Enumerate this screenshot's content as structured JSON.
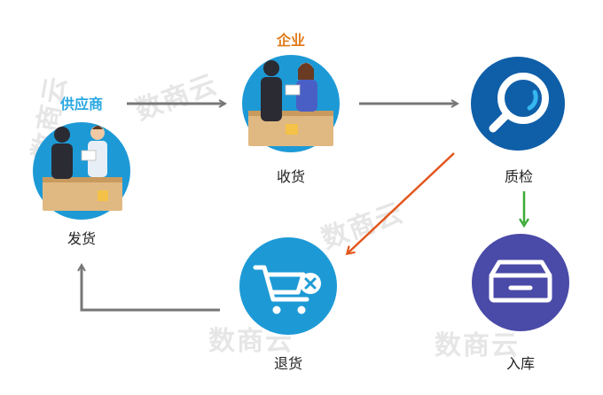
{
  "roles": {
    "supplier": "供应商",
    "enterprise": "企业"
  },
  "steps": {
    "ship": "发货",
    "receive": "收货",
    "inspect": "质检",
    "stock_in": "入库",
    "return": "退货"
  },
  "watermark": "数商云",
  "colors": {
    "supplier_label": "#29a8e0",
    "enterprise_label": "#e07b1a",
    "blue_circle": "#1d9ad6",
    "dark_blue_circle": "#0f5ea8",
    "purple_circle": "#4a4aa8",
    "arrow_gray": "#777777",
    "arrow_orange": "#e2571e",
    "arrow_green": "#3aaa35"
  },
  "icons": {
    "ship": "handover-people-icon",
    "receive": "receiving-people-icon",
    "inspect": "magnifier-icon",
    "stock_in": "storage-box-icon",
    "return": "cart-cancel-icon"
  }
}
